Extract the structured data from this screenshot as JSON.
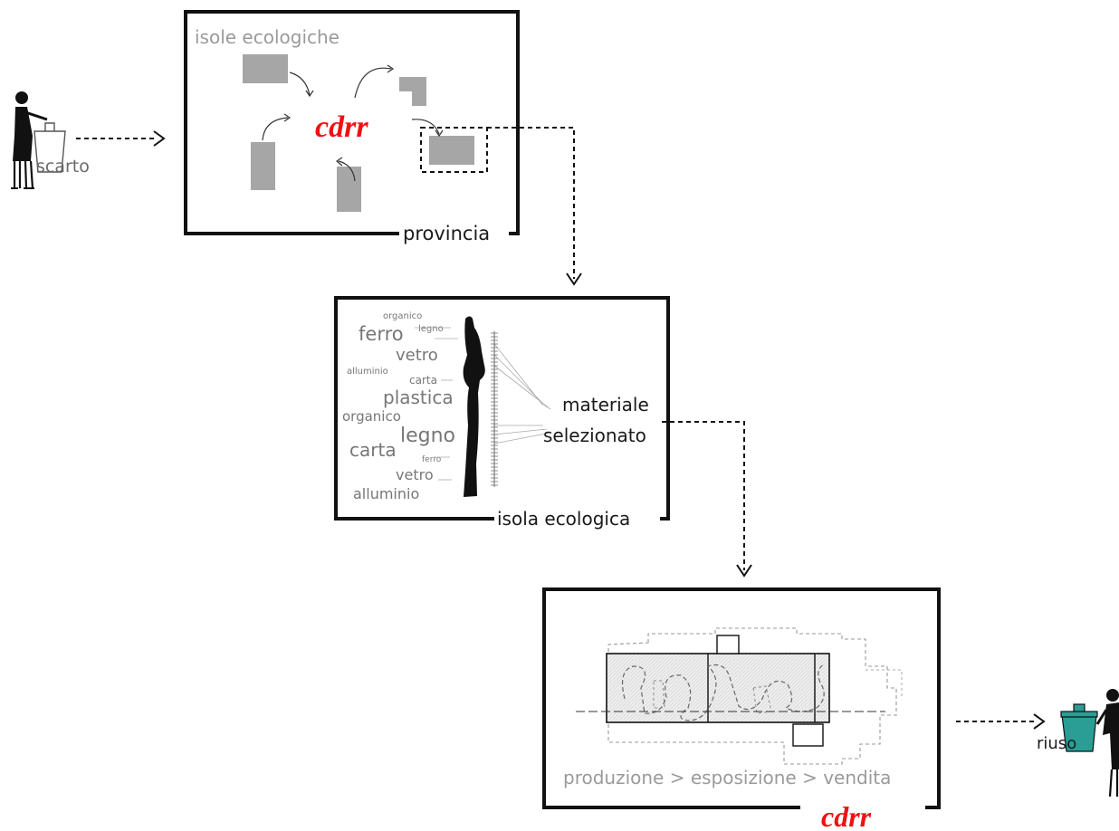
{
  "colors": {
    "frame": "#111111",
    "bin_grey": "#a6a6a6",
    "accent_red": "#ee1111",
    "bin_teal": "#2a9d95",
    "text_grey": "#9a9a9a",
    "hatch": "#e6e6e6"
  },
  "icons": [
    "person-with-bag-icon",
    "person-with-bin-icon",
    "human-silhouette-icon",
    "recycling-bin-icon"
  ],
  "left_figure": {
    "label": "scarto"
  },
  "province_box": {
    "title": "isole ecologiche",
    "center_label": "cdrr",
    "corner_label": "provincia"
  },
  "island_box": {
    "words": [
      "organico",
      "legno",
      "ferro",
      "vetro",
      "alluminio",
      "carta",
      "plastica",
      "organico",
      "legno",
      "carta",
      "ferro",
      "vetro",
      "alluminio"
    ],
    "result_line1": "materiale",
    "result_line2": "selezionato",
    "corner_label": "isola ecologica"
  },
  "cdrr_box": {
    "caption": "produzione > esposizione > vendita",
    "corner_label": "cdrr"
  },
  "right_figure": {
    "label": "riuso"
  }
}
